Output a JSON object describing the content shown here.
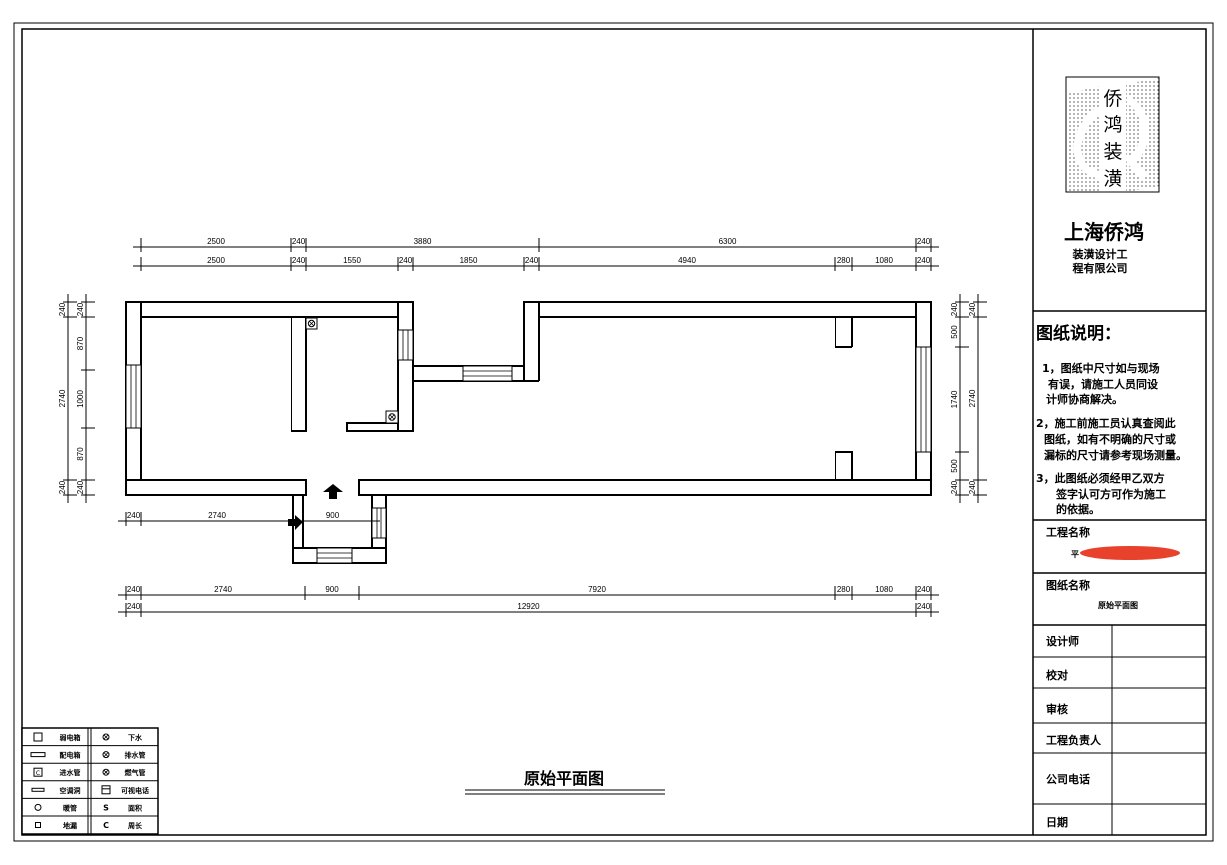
{
  "drawing_title": "原始平面图",
  "company": {
    "logo_text": [
      "侨",
      "鸿",
      "装",
      "潢"
    ],
    "name": "上海侨鸿",
    "sub1": "装潢设计工",
    "sub2": "程有限公司"
  },
  "notes": {
    "heading": "图纸说明：",
    "items": [
      [
        "1，图纸中尺寸如与现场",
        "有误，请施工人员同设",
        "计师协商解决。"
      ],
      [
        "2，施工前施工员认真查阅此",
        "图纸，如有不明确的尺寸或",
        "漏标的尺寸请参考现场测量。"
      ],
      [
        "3，此图纸必须经甲乙双方",
        "签字认可方可作为施工",
        "的依据。"
      ]
    ]
  },
  "project": {
    "label": "工程名称",
    "value": "平"
  },
  "sheet": {
    "label": "图纸名称",
    "value": "原始平面图"
  },
  "signoff": [
    "设计师",
    "校对",
    "审核",
    "工程负责人",
    "公司电话",
    "日期"
  ],
  "legend": [
    {
      "icon": "weak-box",
      "label": "弱电箱"
    },
    {
      "icon": "drain",
      "label": "下水"
    },
    {
      "icon": "power-box",
      "label": "配电箱"
    },
    {
      "icon": "drain-pipe",
      "label": "排水管"
    },
    {
      "icon": "water-inlet",
      "label": "进水管"
    },
    {
      "icon": "gas-pipe",
      "label": "燃气管"
    },
    {
      "icon": "ac-hole",
      "label": "空调洞"
    },
    {
      "icon": "video-phone",
      "label": "可视电话"
    },
    {
      "icon": "pipe",
      "label": "暖管"
    },
    {
      "icon": "area",
      "label": "面积"
    },
    {
      "icon": "floor-drain",
      "label": "地漏"
    },
    {
      "icon": "perimeter",
      "label": "周长"
    }
  ],
  "dims": {
    "top1": [
      "2500",
      "240",
      "3880",
      "6300",
      "240"
    ],
    "top2": [
      "2500",
      "240",
      "1550",
      "240",
      "1850",
      "240",
      "4940",
      "280",
      "1080",
      "240"
    ],
    "mid": [
      "240",
      "2740",
      "900"
    ],
    "bot1": [
      "240",
      "2740",
      "900",
      "7920",
      "280",
      "1080",
      "240"
    ],
    "bot2": [
      "240",
      "12920",
      "240"
    ],
    "left1": [
      "240",
      "2740",
      "240"
    ],
    "left2": [
      "240",
      "870",
      "1000",
      "870",
      "240"
    ],
    "right1": [
      "240",
      "500",
      "1740",
      "500",
      "240"
    ],
    "right2": [
      "240",
      "2740",
      "240"
    ]
  },
  "colors": {
    "line": "#000000",
    "redaction": "#e8412c"
  }
}
